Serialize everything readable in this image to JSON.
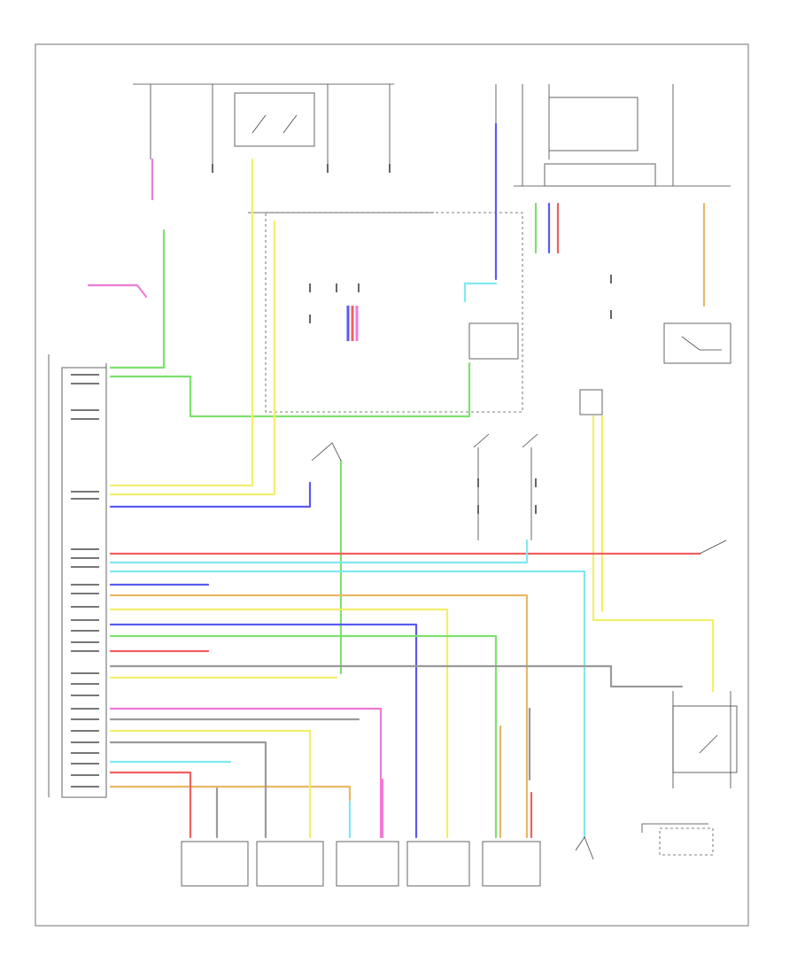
{
  "diagram": {
    "footer_code": "",
    "bottom_note": "",
    "colors": {
      "yellow": "#f2ef6a",
      "light_green": "#7ee06e",
      "pink": "#f07ad8",
      "blue": "#5a5af0",
      "light_blue": "#7fe8f0",
      "red": "#f06060",
      "orange": "#e8b866",
      "gray": "#9a9a9a"
    },
    "components": [
      {
        "id": "ecu",
        "label": ""
      },
      {
        "id": "front-left-unit",
        "label": ""
      },
      {
        "id": "driver-side-unit",
        "label": ""
      },
      {
        "id": "front-right-unit",
        "label": ""
      },
      {
        "id": "rear-left-unit",
        "label": ""
      },
      {
        "id": "rear-right-unit",
        "label": ""
      },
      {
        "id": "trunk-switch",
        "label": ""
      },
      {
        "id": "hood-switch",
        "label": ""
      },
      {
        "id": "trunk-latch-switch",
        "label": ""
      },
      {
        "id": "rear-window-relay",
        "label": ""
      },
      {
        "id": "door-lock-switch",
        "label": ""
      },
      {
        "id": "fuse-block",
        "label": ""
      }
    ]
  }
}
